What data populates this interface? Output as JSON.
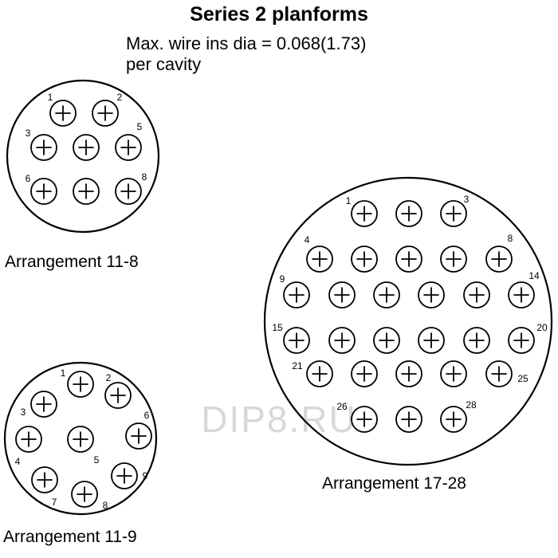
{
  "title": "Series 2 planforms",
  "subtitle_line1": "Max. wire ins dia = 0.068(1.73)",
  "subtitle_line2": "per cavity",
  "watermark": "DIP8.RU",
  "arrangements": [
    {
      "id": "11-8",
      "label": "Arrangement 11-8",
      "pins": [
        "1",
        "2",
        "3",
        "4",
        "5",
        "6",
        "7",
        "8"
      ],
      "numbered": [
        "1",
        "2",
        "3",
        "5",
        "6",
        "8"
      ]
    },
    {
      "id": "11-9",
      "label": "Arrangement 11-9",
      "pins": [
        "1",
        "2",
        "3",
        "4",
        "5",
        "6",
        "7",
        "8",
        "9"
      ]
    },
    {
      "id": "17-28",
      "label": "Arrangement 17-28",
      "pins": [
        "1",
        "2",
        "3",
        "4",
        "5",
        "6",
        "7",
        "8",
        "9",
        "10",
        "11",
        "12",
        "13",
        "14",
        "15",
        "16",
        "17",
        "18",
        "19",
        "20",
        "21",
        "22",
        "23",
        "24",
        "25",
        "26",
        "27",
        "28"
      ],
      "numbered": [
        "1",
        "3",
        "4",
        "8",
        "9",
        "14",
        "15",
        "20",
        "21",
        "25",
        "26",
        "28"
      ]
    }
  ]
}
